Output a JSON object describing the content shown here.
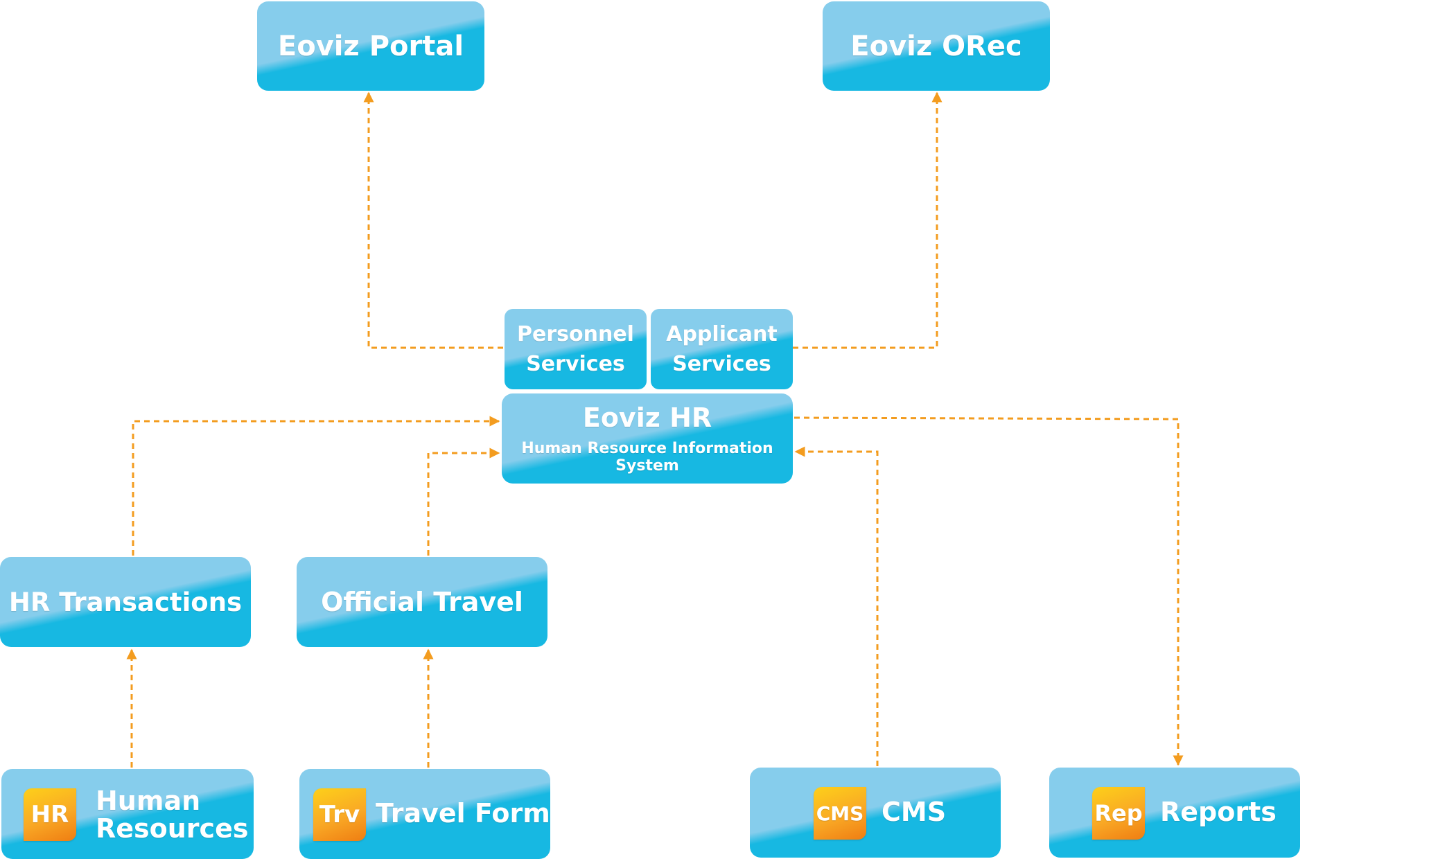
{
  "nodes": {
    "portal": "Eoviz Portal",
    "orec": "Eoviz ORec",
    "personnel": [
      "Personnel",
      "Services"
    ],
    "applicant": [
      "Applicant",
      "Services"
    ],
    "hr": {
      "title": "Eoviz HR",
      "subtitle": "Human Resource Information System"
    },
    "hr_transactions": "HR Transactions",
    "official_travel": "Official Travel",
    "human_resources": {
      "badge": "HR",
      "label": [
        "Human",
        "Resources"
      ]
    },
    "travel_form": {
      "badge": "Trv",
      "label": "Travel Form"
    },
    "cms": {
      "badge": "CMS",
      "label": "CMS"
    },
    "reports": {
      "badge": "Rep",
      "label": "Reports"
    }
  },
  "colors": {
    "node_top": "#86cdec",
    "node_bottom": "#17b8e2",
    "arrow": "#f39c1f",
    "badge": "#f9a825"
  }
}
